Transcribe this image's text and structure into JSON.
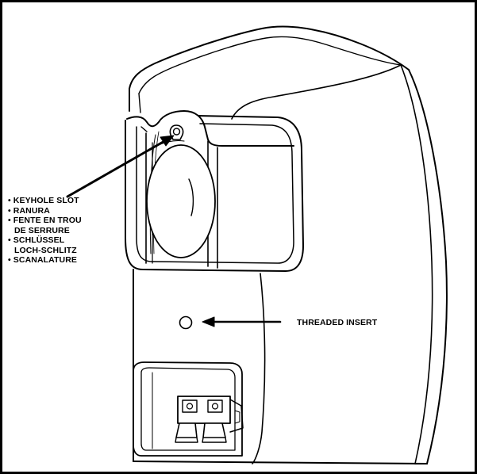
{
  "callouts": {
    "keyhole": {
      "lines": [
        "• KEYHOLE SLOT",
        "• RANURA",
        "• FENTE EN TROU",
        "DE SERRURE",
        "• SCHLÜSSEL",
        "LOCH-SCHLITZ",
        "• SCANALATURE"
      ]
    },
    "threaded_insert": "THREADED INSERT"
  },
  "colors": {
    "line": "#000000",
    "background": "#ffffff"
  }
}
